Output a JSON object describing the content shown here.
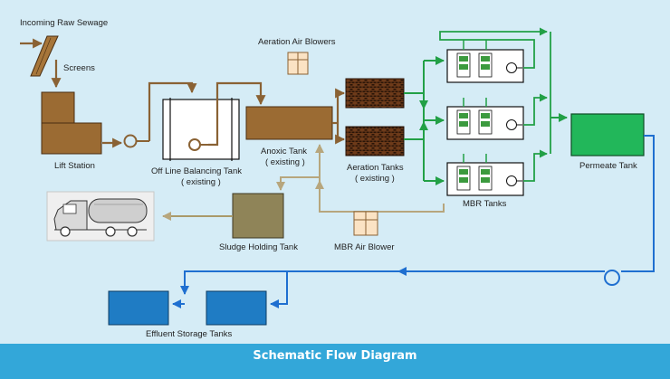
{
  "labels": {
    "incoming": "Incoming Raw Sewage",
    "screens": "Screens",
    "aeration_blowers": "Aeration Air Blowers",
    "lift_station": "Lift Station",
    "balancing_tank_1": "Off Line Balancing Tank",
    "balancing_tank_2": "( existing )",
    "anoxic_1": "Anoxic Tank",
    "anoxic_2": "( existing )",
    "aeration_tanks_1": "Aeration Tanks",
    "aeration_tanks_2": "( existing )",
    "mbr_tanks": "MBR Tanks",
    "permeate_tank": "Permeate Tank",
    "sludge_holding": "Sludge Holding Tank",
    "mbr_blower": "MBR Air Blower",
    "effluent_storage": "Effluent Storage Tanks"
  },
  "footer": {
    "title": "Schematic Flow Diagram"
  },
  "colors": {
    "background": "#d5ecf6",
    "footer": "#33a7d9",
    "sewage_pipe": "#8a6234",
    "return_pipe": "#b7a67d",
    "sludge_pipe": "#aa9a6a",
    "air_pipe": "#22a046",
    "permeate_pipe": "#1f6fd0",
    "tank_brown": "#9b6b33",
    "sludge_tank": "#8f8458",
    "permeate_tank": "#22b75a",
    "effluent_tank": "#1f7cc4",
    "membrane": "#3b9a3e"
  },
  "icons": [
    "screen-icon",
    "pump-icon",
    "blower-icon",
    "membrane-cassette-icon",
    "tanker-truck-icon"
  ]
}
